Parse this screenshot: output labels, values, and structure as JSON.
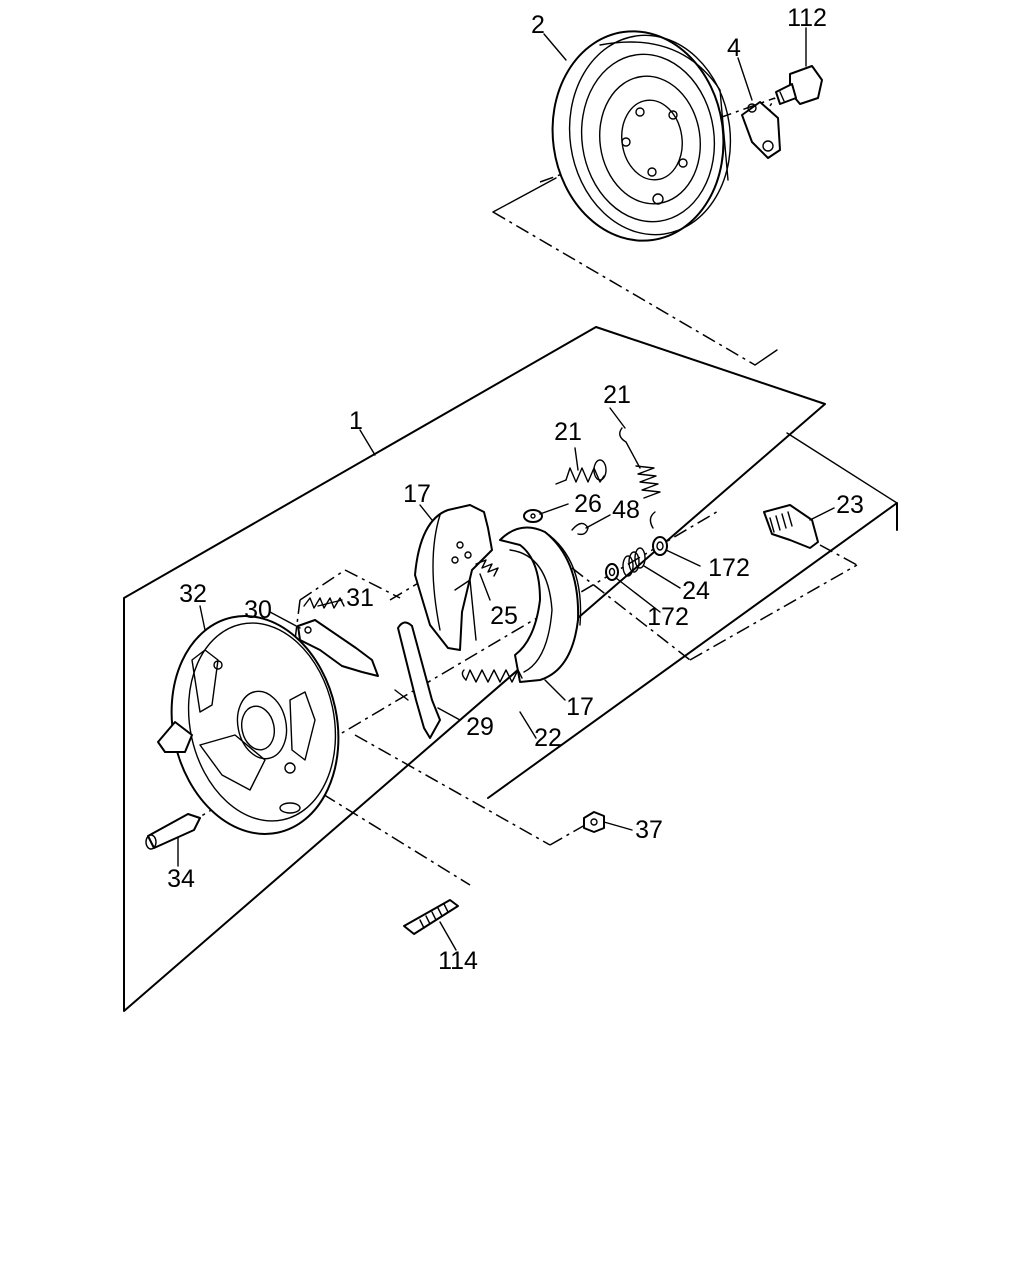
{
  "callouts": {
    "p2": "2",
    "p4": "4",
    "p112": "112",
    "p1": "1",
    "p21a": "21",
    "p21b": "21",
    "p17a": "17",
    "p26": "26",
    "p48": "48",
    "p23": "23",
    "p172a": "172",
    "p24": "24",
    "p172b": "172",
    "p32": "32",
    "p30": "30",
    "p31": "31",
    "p25": "25",
    "p29": "29",
    "p22": "22",
    "p17b": "17",
    "p37": "37",
    "p34": "34",
    "p114": "114"
  }
}
